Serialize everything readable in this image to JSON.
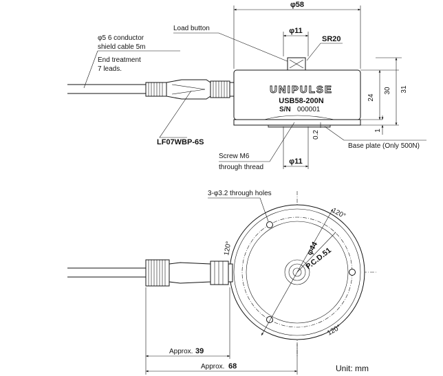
{
  "top_view": {
    "width_dim": "φ58",
    "load_button_label": "Load button",
    "button_dim": "φ11",
    "sr_label": "SR20",
    "cable_line1": "φ5   6 conductor",
    "cable_line2": "shield cable 5m",
    "end_line1": "End treatment",
    "end_line2": "7 leads.",
    "brand": "UNIPULSE",
    "model": "USB58-200N",
    "serial_label": "S/N",
    "serial_value": "000001",
    "dim_24": "24",
    "dim_30": "30",
    "dim_31": "31",
    "dim_1": "1",
    "dim_02": "0.2",
    "connector_label": "LF07WBP-6S",
    "screw_line1": "Screw M6",
    "screw_line2": "through thread",
    "bottom_dim": "φ11",
    "base_plate_label": "Base plate (Only 500N)"
  },
  "front_view": {
    "holes_label": "3-φ3.2 through holes",
    "angle_top": "120°",
    "angle_left": "120°",
    "angle_bottom": "120°",
    "dia_44": "φ44",
    "pcd_label": "P.C.D.51",
    "approx_label": "Approx.",
    "approx_39": "39",
    "approx_68": "68",
    "unit_label": "Unit: mm"
  }
}
